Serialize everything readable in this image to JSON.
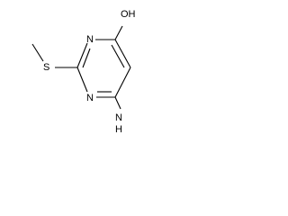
{
  "molecule": {
    "atoms": {
      "n_top": "N",
      "n_bottom": "N",
      "s": "S",
      "oh": "OH",
      "nh2_n": "N",
      "nh2_h": "H"
    }
  }
}
